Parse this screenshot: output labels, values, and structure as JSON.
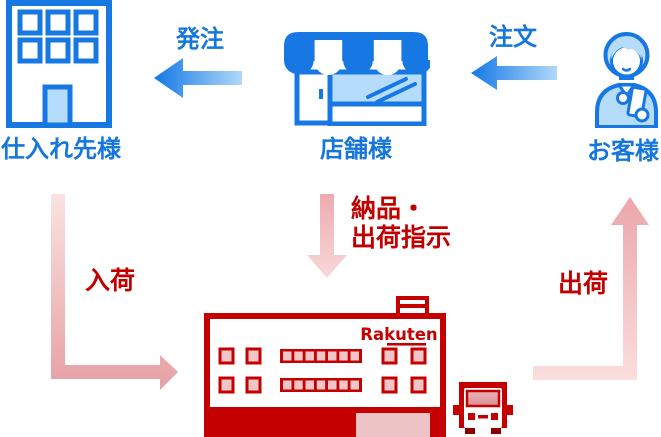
{
  "palette": {
    "blue_outline": "#1778e3",
    "blue_text": "#1576dd",
    "light_blue_fill": "#b5dcfa",
    "blue_arrow_head": "#1478e6",
    "blue_arrow_tail": "#b0d8f9",
    "red": "#c40000",
    "red_text": "#c30000",
    "pink_arrow_light": "#fbdfe0",
    "pink_arrow_deep": "#e5989d",
    "window_pink": "#f0c6c9",
    "dock_pink": "#eec3c6"
  },
  "actors": {
    "supplier": {
      "label": "仕入れ先様",
      "icon": "office-building-icon"
    },
    "store": {
      "label": "店舗様",
      "icon": "storefront-icon"
    },
    "customer": {
      "label": "お客様",
      "icon": "customer-with-phone-icon"
    },
    "warehouse": {
      "logo": "Rakuten",
      "icon": "rakuten-warehouse-icon"
    },
    "truck": {
      "icon": "delivery-truck-icon"
    }
  },
  "flows": {
    "order_to_supplier": {
      "label": "発注",
      "direction": "left"
    },
    "customer_order": {
      "label": "注文",
      "direction": "left"
    },
    "delivery_instruction": {
      "label_line1": "納品・",
      "label_line2": "出荷指示",
      "direction": "down"
    },
    "inbound": {
      "label": "入荷",
      "direction": "down-then-right"
    },
    "outbound": {
      "label": "出荷",
      "direction": "right-then-up"
    }
  }
}
